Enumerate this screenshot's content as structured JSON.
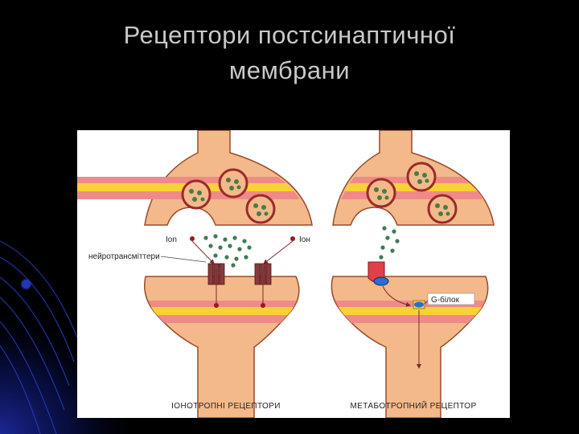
{
  "title": {
    "line1": "Рецептори постсинаптичної",
    "line2": "мембрани"
  },
  "diagram": {
    "left_label_ion": "Ion",
    "right_label_ion": "Іон",
    "neurotransmitters_label": "нейротрансміттери",
    "g_protein_label": "G-білок",
    "left_caption": "ІОНОТРОПНІ РЕЦЕПТОРИ",
    "right_caption": "МЕТАБОТРОПНИЙ РЕЦЕПТОР"
  },
  "colors": {
    "background": "#000000",
    "title": "#c9c9c9",
    "cell": "#f4b98a",
    "cell_outline": "#9a4a2a",
    "stripe_pink": "#f08a8a",
    "stripe_yellow": "#f7d236",
    "receptor": "#8a3a3a",
    "metabotropic_receptor": "#e0404a",
    "g_protein": "#2a6fd0",
    "accent_blue": "#2336b8"
  },
  "icons": {
    "bullet": "bullet-dot-icon"
  }
}
